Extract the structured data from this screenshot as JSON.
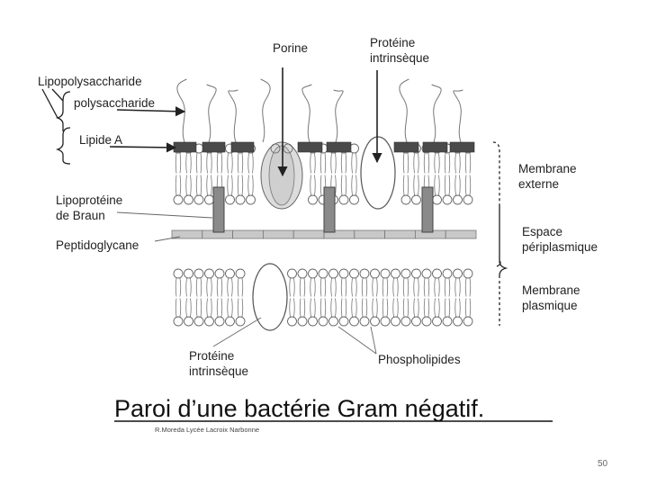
{
  "labels": {
    "porine": "Porine",
    "proteine_intrinseque_top_l1": "Protéine",
    "proteine_intrinseque_top_l2": "intrinsèque",
    "lipopolysaccharide": "Lipopolysaccharide",
    "polysaccharide": "polysaccharide",
    "lipide_a": "Lipide A",
    "lipoproteine_l1": "Lipoprotéine",
    "lipoproteine_l2": "de Braun",
    "peptidoglycane": "Peptidoglycane",
    "membrane_externe_l1": "Membrane",
    "membrane_externe_l2": "externe",
    "espace_periplasmique_l1": "Espace",
    "espace_periplasmique_l2": "périplasmique",
    "membrane_plasmique_l1": "Membrane",
    "membrane_plasmique_l2": "plasmique",
    "proteine_intrinseque_bottom_l1": "Protéine",
    "proteine_intrinseque_bottom_l2": "intrinsèque",
    "phospholipides": "Phospholipides"
  },
  "title": "Paroi d’une bactérie Gram négatif.",
  "credit": "R.Moreda Lycée Lacroix Narbonne",
  "page_number": "50"
}
